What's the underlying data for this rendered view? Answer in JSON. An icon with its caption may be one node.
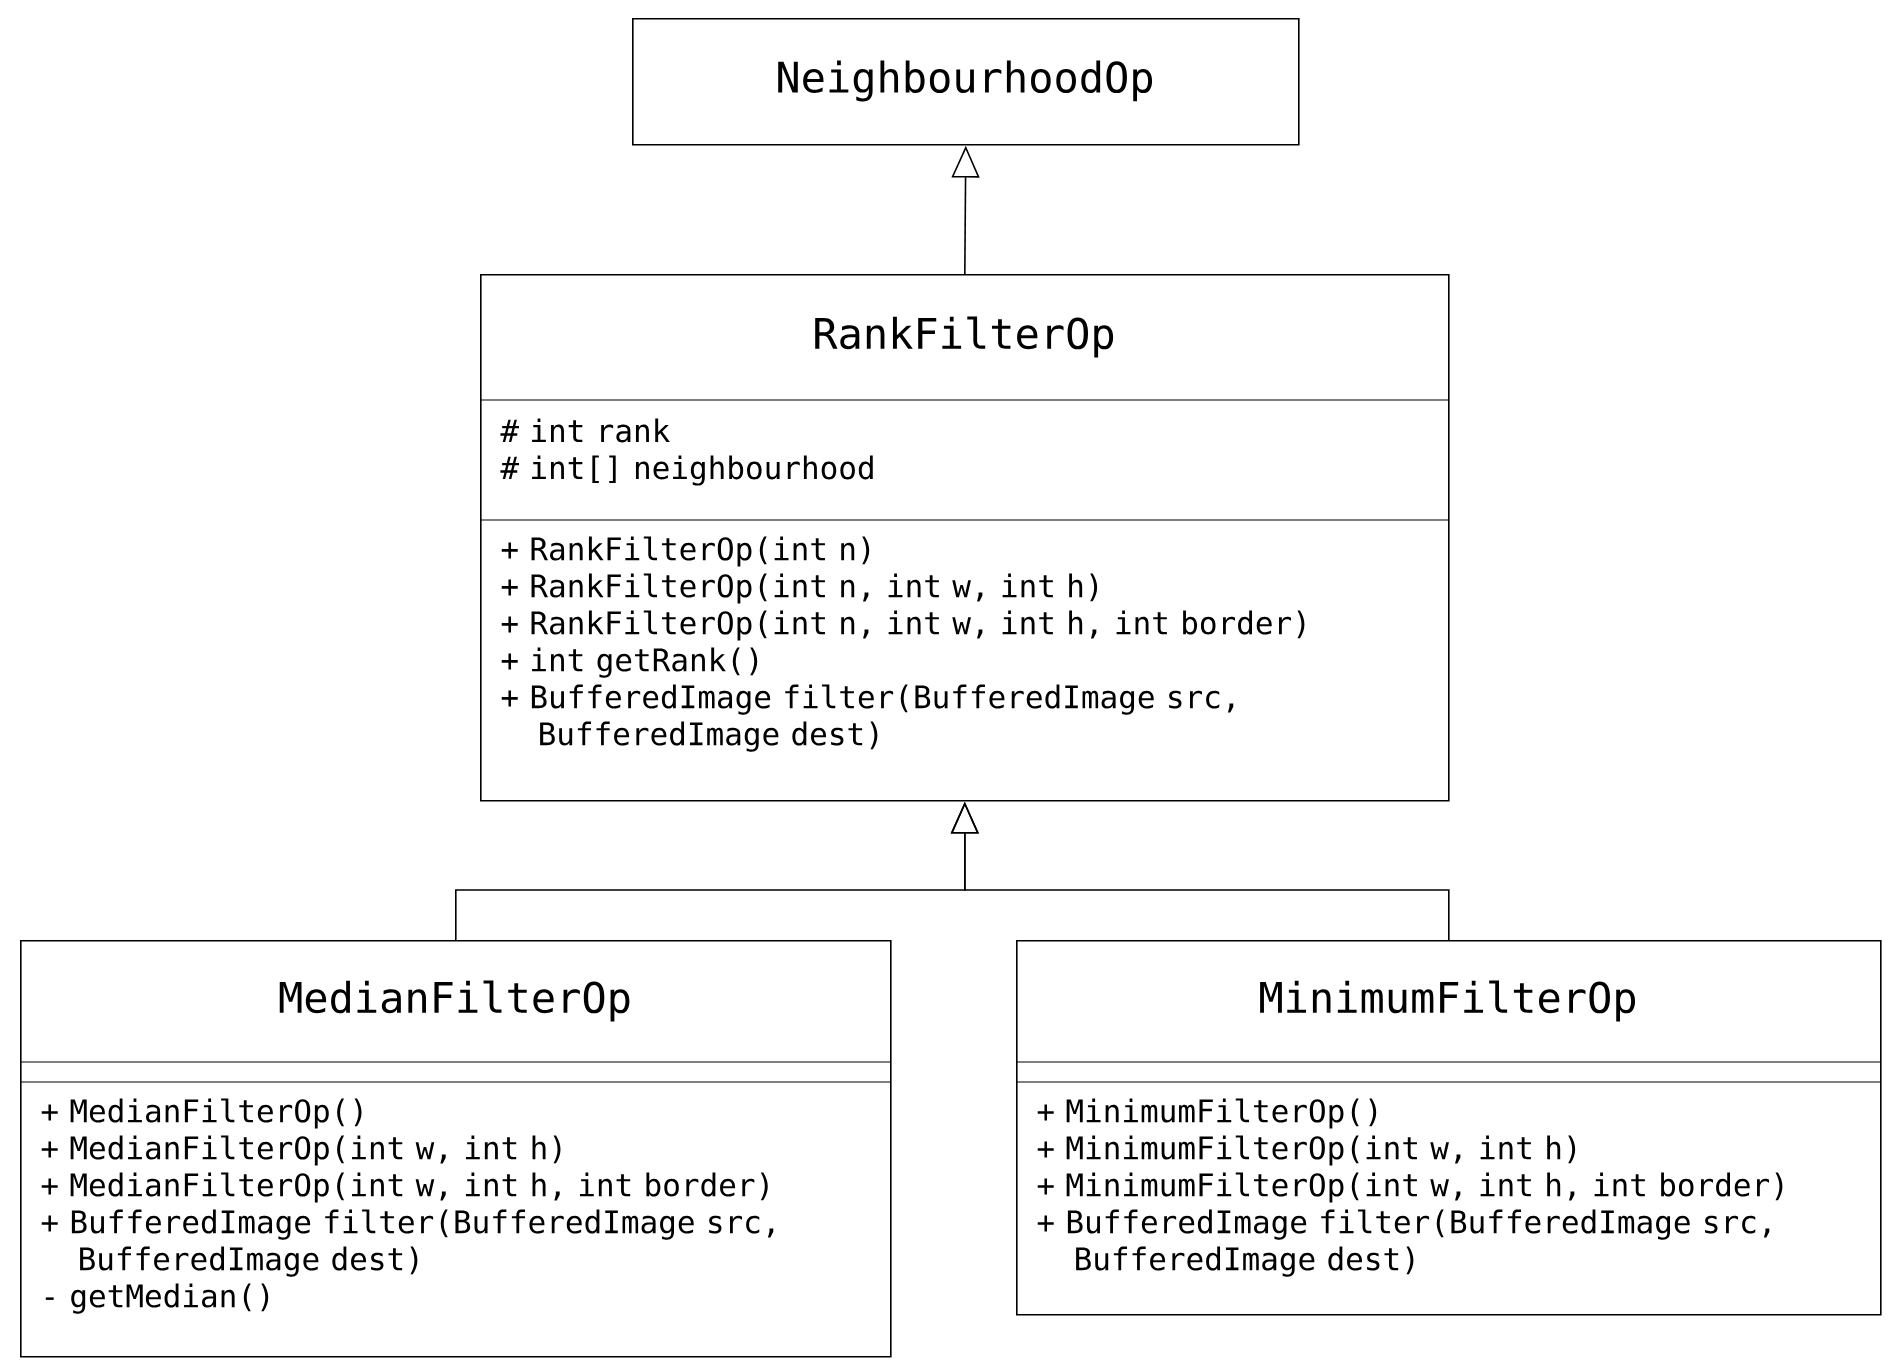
{
  "diagram": {
    "nodes": [
      {
        "text": [
          "NeighbourhoodOp"
        ]
      },
      {
        "text": [
          "RankFilterOp",
          "# int rank",
          "# int[] neighbourhood",
          "+ RankFilterOp(int n)",
          "+ RankFilterOp(int n, int w, int h)",
          "+ RankFilterOp(int n, int w, int h, int border)",
          "+ int getRank()",
          "+ BufferedImage filter(BufferedImage src, BufferedImage dest)"
        ]
      },
      {
        "text": [
          "MedianFilterOp",
          "+ MedianFilterOp()",
          "+ MedianFilterOp(int w, int h)",
          "+ MedianFilterOp(int w, int h, int border)",
          "+ BufferedImage filter(BufferedImage src, BufferedImage dest)",
          "- getMedian()"
        ]
      },
      {
        "text": [
          "MinimumFilterOp",
          "+ MinimumFilterOp()",
          "+ MinimumFilterOp(int w, int h)",
          "+ MinimumFilterOp(int w, int h, int border)",
          "+ BufferedImage filter(BufferedImage src, BufferedImage dest)"
        ]
      }
    ],
    "edges": [
      {
        "from": 1,
        "to": 0,
        "arrow": "to"
      },
      {
        "from": 2,
        "to": 1,
        "arrow": "to"
      },
      {
        "from": 3,
        "to": 1,
        "arrow": "to"
      }
    ]
  }
}
